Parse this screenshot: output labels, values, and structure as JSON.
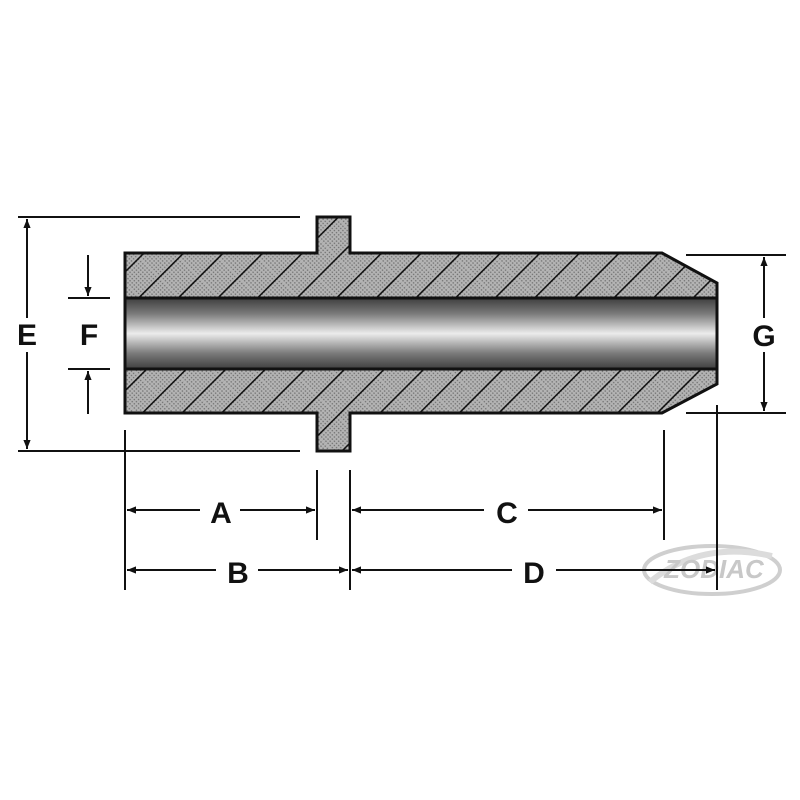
{
  "diagram": {
    "labels": {
      "a": "A",
      "b": "B",
      "c": "C",
      "d": "D",
      "e": "E",
      "f": "F",
      "g": "G"
    },
    "logo": {
      "text": "ZODIAC"
    }
  },
  "colors": {
    "line": "#111111",
    "section_fill": "#9a9a9a",
    "hatch": "#111111",
    "bore_dark": "#4a4a4a",
    "bore_light": "#e8e8e8",
    "logo": "#c8c8c8"
  },
  "icons": {
    "logo": "zodiac-logo-watermark"
  }
}
